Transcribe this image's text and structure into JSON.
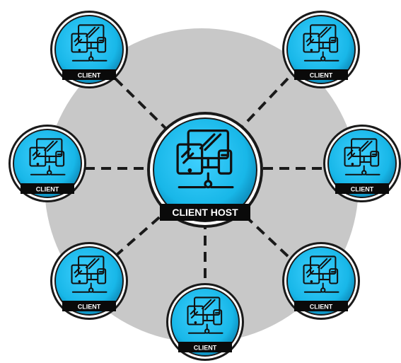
{
  "host": {
    "label": "CLIENT HOST",
    "icon": "devices-icon"
  },
  "clients": [
    {
      "label": "CLIENT",
      "icon": "devices-icon"
    },
    {
      "label": "CLIENT",
      "icon": "devices-icon"
    },
    {
      "label": "CLIENT",
      "icon": "devices-icon"
    },
    {
      "label": "CLIENT",
      "icon": "devices-icon"
    },
    {
      "label": "CLIENT",
      "icon": "devices-icon"
    },
    {
      "label": "CLIENT",
      "icon": "devices-icon"
    },
    {
      "label": "CLIENT",
      "icon": "devices-icon"
    }
  ],
  "colors": {
    "background_disc": "#c8c8c8",
    "node_fill": "#18b7e8",
    "node_fill_dark": "#0a7fae",
    "label_band": "#0a0a0a",
    "ring": "#ffffff",
    "outline": "#1a1a1a",
    "connector": "#1a1a1a"
  }
}
